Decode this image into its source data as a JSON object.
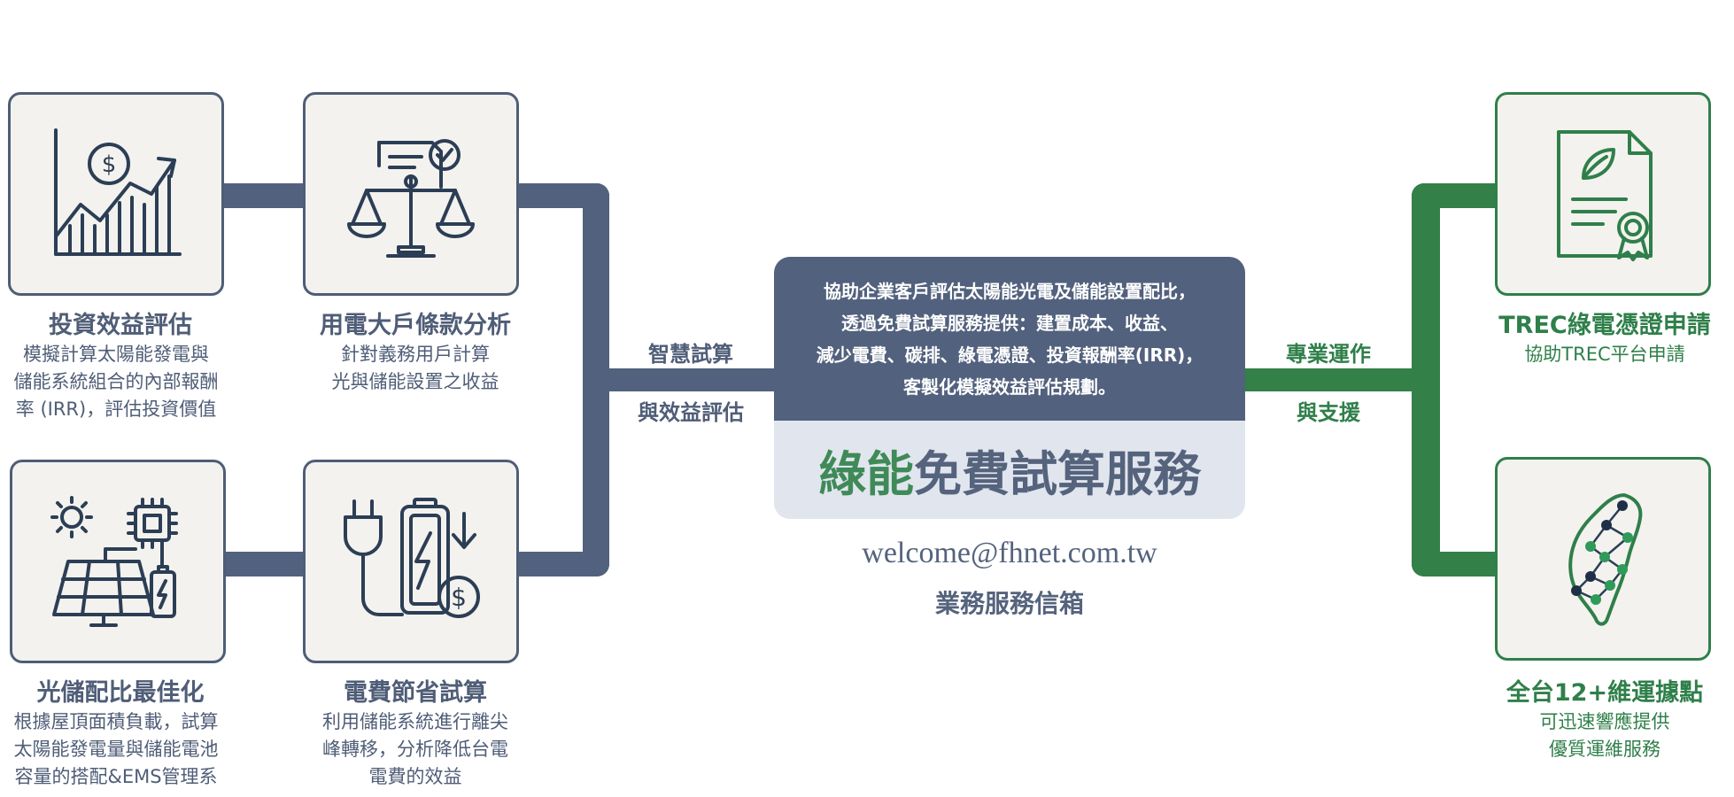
{
  "left_cards": [
    {
      "icon": "investment-growth-chart-icon",
      "title": "投資效益評估",
      "desc": [
        "模擬計算太陽能發電與",
        "儲能系統組合的內部報酬",
        "率 (IRR)，評估投資價值"
      ]
    },
    {
      "icon": "balance-scale-contract-icon",
      "title": "用電大戶條款分析",
      "desc": [
        "針對義務用戶計算",
        "光與儲能設置之收益"
      ]
    },
    {
      "icon": "solar-panel-battery-icon",
      "title": "光儲配比最佳化",
      "desc": [
        "根據屋頂面積負載，試算",
        "太陽能發電量與儲能電池",
        "容量的搭配&EMS管理系"
      ]
    },
    {
      "icon": "plug-battery-savings-icon",
      "title": "電費節省試算",
      "desc": [
        "利用儲能系統進行離尖",
        "峰轉移，分析降低台電",
        "電費的效益"
      ]
    }
  ],
  "left_connector_label": [
    "智慧試算",
    "與效益評估"
  ],
  "center": {
    "intro": [
      "協助企業客戶評估太陽能光電及儲能設置配比，",
      "透過免費試算服務提供：建置成本、收益、",
      "減少電費、碳排、綠電憑證、投資報酬率(IRR)，",
      "客製化模擬效益評估規劃。"
    ],
    "title_highlight": "綠能",
    "title_rest": "免費試算服務",
    "email": "welcome@fhnet.com.tw",
    "email_label": "業務服務信箱"
  },
  "right_connector_label": [
    "專業運作",
    "與支援"
  ],
  "right_cards": [
    {
      "icon": "green-certificate-icon",
      "title": "TREC綠電憑證申請",
      "desc": [
        "協助TREC平台申請"
      ]
    },
    {
      "icon": "taiwan-network-map-icon",
      "title": "全台12+維運據點",
      "desc": [
        "可迅速響應提供",
        "優質運維服務"
      ]
    }
  ],
  "colors": {
    "slate": "#52617d",
    "green": "#338048",
    "card_bg": "#f3f2ee"
  }
}
